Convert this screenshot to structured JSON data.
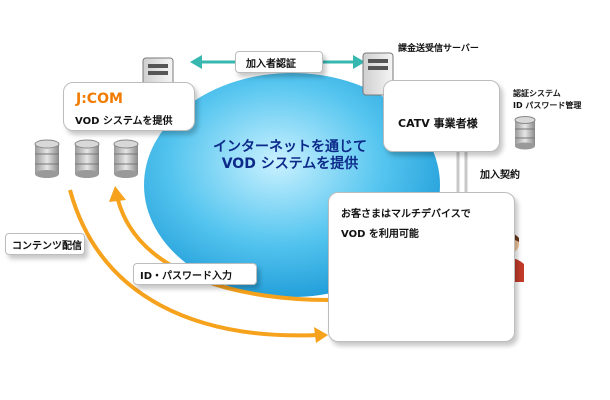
{
  "jcom": {
    "logo": "J:COM",
    "service": "VOD システムを提供"
  },
  "auth_label": "加入者認証",
  "billing_server_label": "課金送受信サーバー",
  "catv": {
    "label": "CATV 事業者様"
  },
  "auth_system": {
    "line1": "認証システム",
    "line2": "ID パスワード管理"
  },
  "contract_label": "加入契約",
  "cloud": {
    "line1": "インターネットを通じて",
    "line2": "VOD システムを提供"
  },
  "customer": {
    "line1": "お客さまはマルチデバイスで",
    "line2": "VOD を利用可能"
  },
  "content_delivery_label": "コンテンツ配信",
  "id_password_label": "ID・パスワード入力",
  "colors": {
    "cloud": "#2aa7e0",
    "arrow_teal": "#36b7b0",
    "arrow_orange": "#f6a21c",
    "text_blue": "#0d2a8a"
  }
}
